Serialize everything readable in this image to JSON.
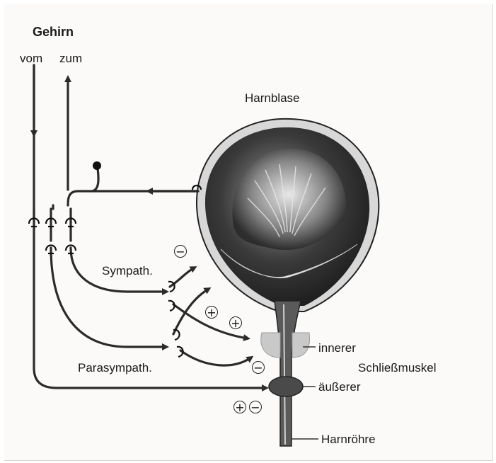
{
  "labels": {
    "brain": "Gehirn",
    "from": "vom",
    "to": "zum",
    "bladder": "Harnblase",
    "sympathetic": "Sympath.",
    "parasympathetic": "Parasympath.",
    "inner": "innerer",
    "sphincter": "Schließmuskel",
    "outer": "äußerer",
    "urethra": "Harnröhre"
  },
  "signs": {
    "minus": "−",
    "plus": "+"
  }
}
